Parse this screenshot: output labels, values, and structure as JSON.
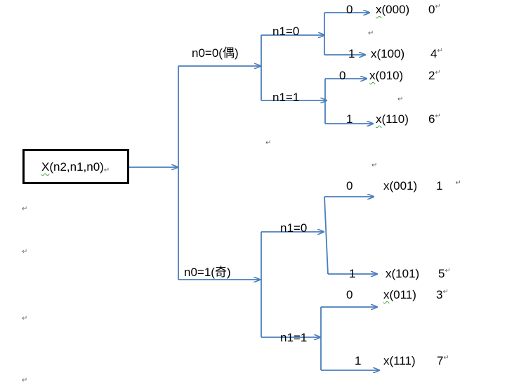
{
  "root": {
    "label_x": "X",
    "label_rest": "(n2,n1,n0)",
    "mark": "↵"
  },
  "level0": [
    {
      "label": "n0=0(偶)"
    },
    {
      "label": "n0=1(奇)"
    }
  ],
  "level1": [
    {
      "label": "n1=0"
    },
    {
      "label": "n1=1"
    },
    {
      "label": "n1=0"
    },
    {
      "label": "n1=1"
    }
  ],
  "leaves": [
    {
      "bit": "0",
      "term_x": "x",
      "term_rest": "(000)",
      "index": "0",
      "mark": "↵"
    },
    {
      "bit": "1",
      "term_x": "x",
      "term_rest": "(100)",
      "index": "4",
      "mark": "↵"
    },
    {
      "bit": "0",
      "term_x": "x",
      "term_rest": "(010)",
      "index": "2",
      "mark": "↵"
    },
    {
      "bit": "1",
      "term_x": "x",
      "term_rest": "(110)",
      "index": "6",
      "mark": "↵"
    },
    {
      "bit": "0",
      "term_x": "x",
      "term_rest": "(001)",
      "index": "1",
      "mark": "↵"
    },
    {
      "bit": "1",
      "term_x": "x",
      "term_rest": "(101)",
      "index": "5",
      "mark": "↵"
    },
    {
      "bit": "0",
      "term_x": "x",
      "term_rest": "(011)",
      "index": "3",
      "mark": "↵"
    },
    {
      "bit": "1",
      "term_x": "x",
      "term_rest": "(111)",
      "index": "7",
      "mark": "↵"
    }
  ],
  "paragraph_mark": "↵",
  "colors": {
    "arrow": "#4a7ebb",
    "box_border": "#000000"
  }
}
